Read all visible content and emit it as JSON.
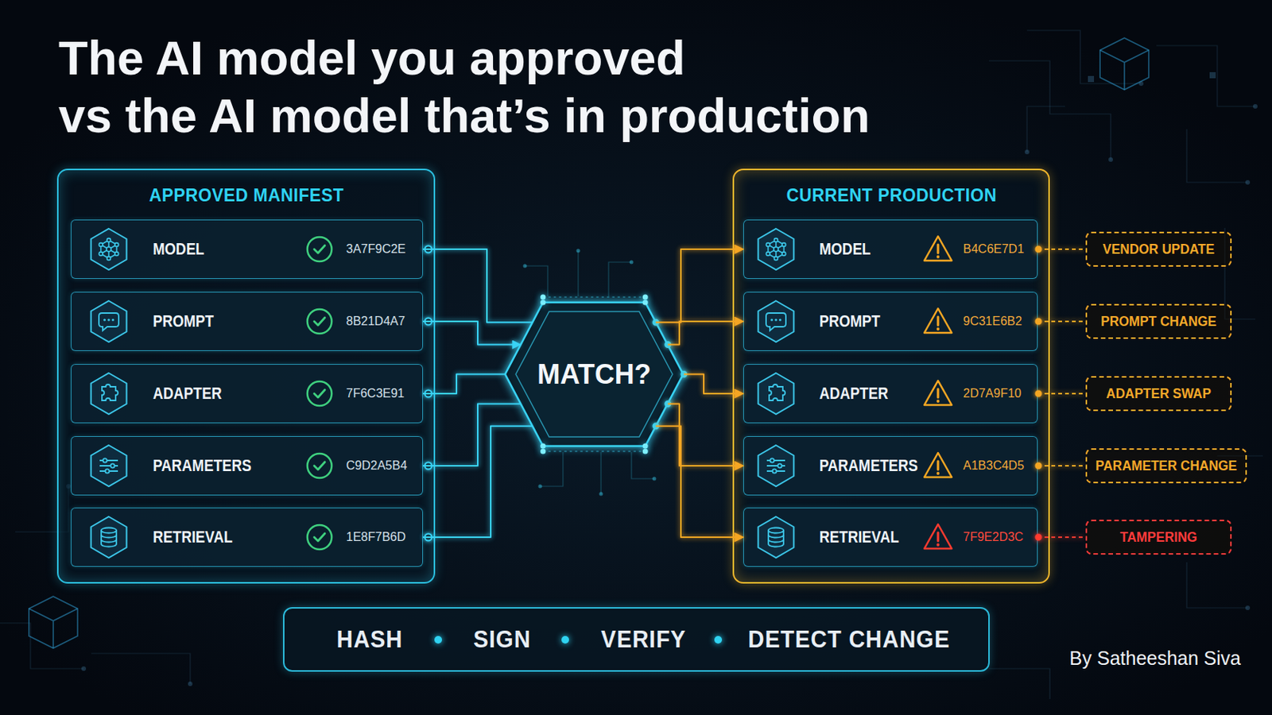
{
  "diagram": {
    "title": "The AI model you approved vs the AI model that’s in production",
    "nodes": [
      {
        "text": [
          "APPROVED MANIFEST"
        ]
      },
      {
        "text": [
          "MODEL",
          "3A7F9C2E"
        ],
        "in": 0
      },
      {
        "text": [
          "PROMPT",
          "8B21D4A7"
        ],
        "in": 0
      },
      {
        "text": [
          "ADAPTER",
          "7F6C3E91"
        ],
        "in": 0
      },
      {
        "text": [
          "PARAMETERS",
          "C9D2A5B4"
        ],
        "in": 0
      },
      {
        "text": [
          "RETRIEVAL",
          "1E8F7B6D"
        ],
        "in": 0
      },
      {
        "text": [
          "MATCH?"
        ]
      },
      {
        "text": [
          "CURRENT PRODUCTION"
        ]
      },
      {
        "text": [
          "MODEL",
          "B4C6E7D1"
        ],
        "in": 7
      },
      {
        "text": [
          "PROMPT",
          "9C31E6B2"
        ],
        "in": 7
      },
      {
        "text": [
          "ADAPTER",
          "2D7A9F10"
        ],
        "in": 7
      },
      {
        "text": [
          "PARAMETERS",
          "A1B3C4D5"
        ],
        "in": 7
      },
      {
        "text": [
          "RETRIEVAL",
          "7F9E2D3C"
        ],
        "in": 7
      },
      {
        "text": [
          "VENDOR UPDATE"
        ]
      },
      {
        "text": [
          "PROMPT CHANGE"
        ]
      },
      {
        "text": [
          "ADAPTER SWAP"
        ]
      },
      {
        "text": [
          "PARAMETER CHANGE"
        ]
      },
      {
        "text": [
          "TAMPERING"
        ]
      },
      {
        "text": [
          "HASH",
          "SIGN",
          "VERIFY",
          "DETECT CHANGE"
        ]
      }
    ],
    "edges": [
      {
        "from": 1,
        "to": 6,
        "arrow": "none"
      },
      {
        "from": 2,
        "to": 6,
        "arrow": "to"
      },
      {
        "from": 3,
        "to": 6,
        "arrow": "none"
      },
      {
        "from": 4,
        "to": 6,
        "arrow": "none"
      },
      {
        "from": 5,
        "to": 6,
        "arrow": "none"
      },
      {
        "from": 6,
        "to": 8,
        "arrow": "to"
      },
      {
        "from": 6,
        "to": 9,
        "arrow": "to"
      },
      {
        "from": 6,
        "to": 10,
        "arrow": "to"
      },
      {
        "from": 6,
        "to": 11,
        "arrow": "to"
      },
      {
        "from": 6,
        "to": 12,
        "arrow": "to"
      },
      {
        "from": 8,
        "to": 13,
        "arrow": "none"
      },
      {
        "from": 9,
        "to": 14,
        "arrow": "none"
      },
      {
        "from": 10,
        "to": 15,
        "arrow": "none"
      },
      {
        "from": 11,
        "to": 16,
        "arrow": "none"
      },
      {
        "from": 12,
        "to": 17,
        "arrow": "none"
      }
    ],
    "labels": [
      "By Satheeshan Siva"
    ]
  }
}
